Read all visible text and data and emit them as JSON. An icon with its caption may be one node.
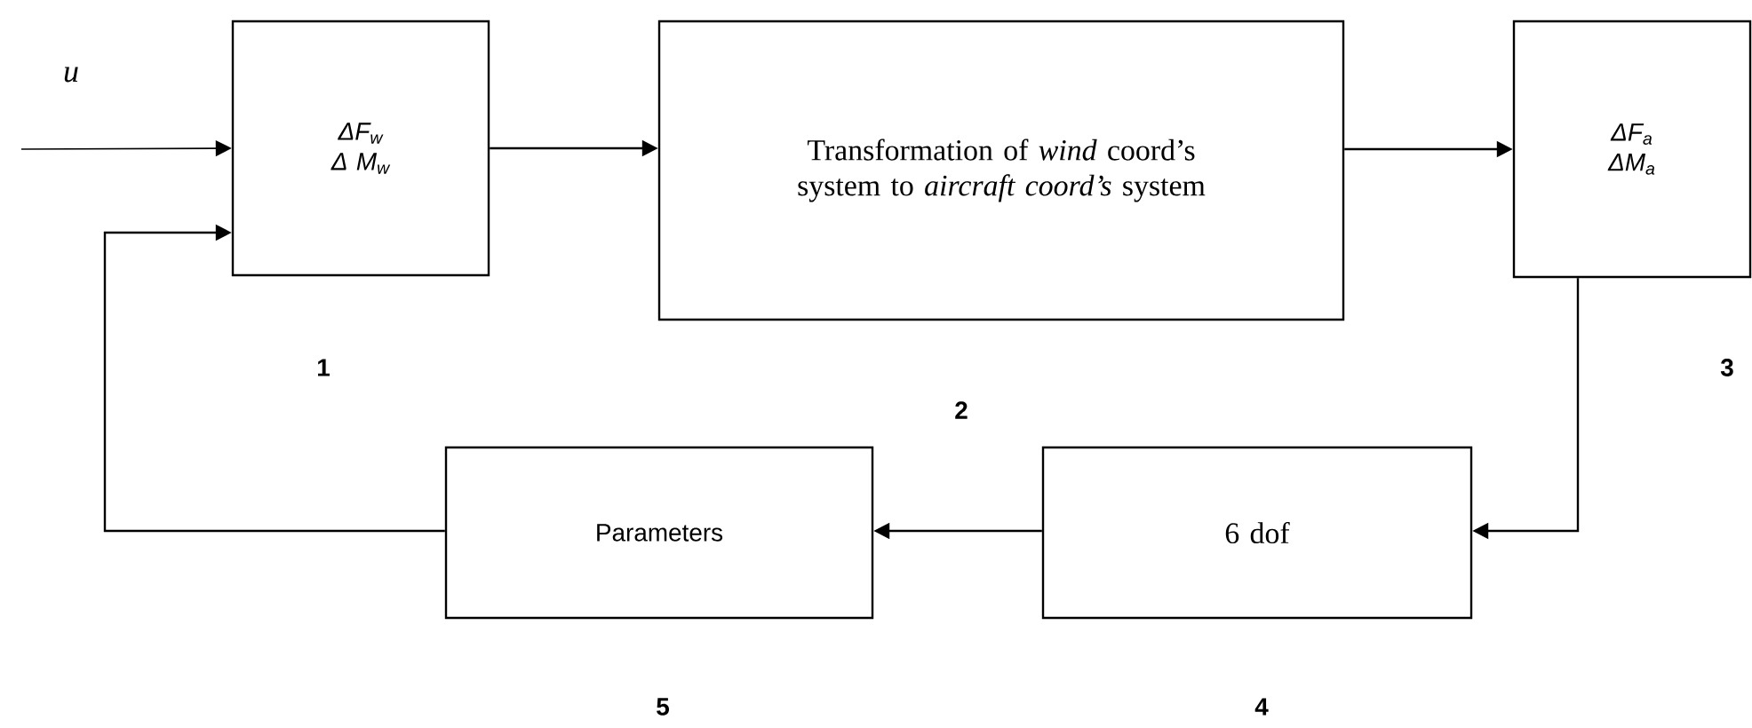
{
  "diagram": {
    "nodes": [
      {
        "text": [
          "ΔF$_{w}$",
          "Δ M$_{w}$"
        ],
        "beside": [
          "1"
        ]
      },
      {
        "text": [
          "Transformation of *wind* coord’s system to *aircraft coord’s* system"
        ],
        "beside": [
          "2"
        ]
      },
      {
        "text": [
          "ΔF$_{a}$",
          "ΔM$_{a}$"
        ],
        "beside": [
          "3"
        ]
      },
      {
        "text": [
          "6 dof"
        ],
        "beside": [
          "4"
        ]
      },
      {
        "text": [
          "Parameters"
        ],
        "beside": [
          "5"
        ]
      }
    ],
    "edges": [
      {
        "from": null,
        "to": 0,
        "arrow": "to",
        "label": "u"
      },
      {
        "from": 0,
        "to": 1,
        "arrow": "to"
      },
      {
        "from": 1,
        "to": 2,
        "arrow": "to"
      },
      {
        "from": 2,
        "to": 3,
        "arrow": "to"
      },
      {
        "from": 3,
        "to": 4,
        "arrow": "to"
      },
      {
        "from": 4,
        "to": 0,
        "arrow": "to"
      }
    ]
  }
}
